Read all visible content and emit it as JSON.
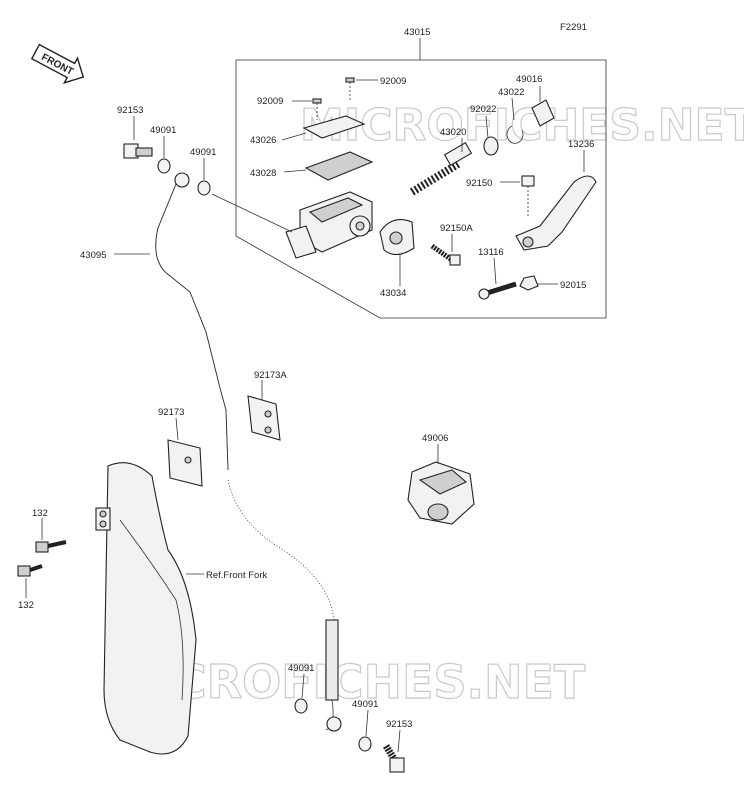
{
  "diagram": {
    "code": "F2291",
    "front_arrow_text": "FRONT",
    "watermark": "MICROFICHES.NET",
    "ref_note": "Ref.Front Fork",
    "labels": {
      "l43015": "43015",
      "l92009a": "92009",
      "l92009b": "92009",
      "l49016": "49016",
      "l43022": "43022",
      "l92022": "92022",
      "l43026": "43026",
      "l43020": "43020",
      "l13236": "13236",
      "l43028": "43028",
      "l92150": "92150",
      "l92150A": "92150A",
      "l13116": "13116",
      "l92015": "92015",
      "l43034": "43034",
      "l92153a": "92153",
      "l49091a": "49091",
      "l49091b": "49091",
      "l43095": "43095",
      "l92173A": "92173A",
      "l92173": "92173",
      "l49006": "49006",
      "l132a": "132",
      "l132b": "132",
      "l49091c": "49091",
      "l49091d": "49091",
      "l92153b": "92153"
    }
  }
}
